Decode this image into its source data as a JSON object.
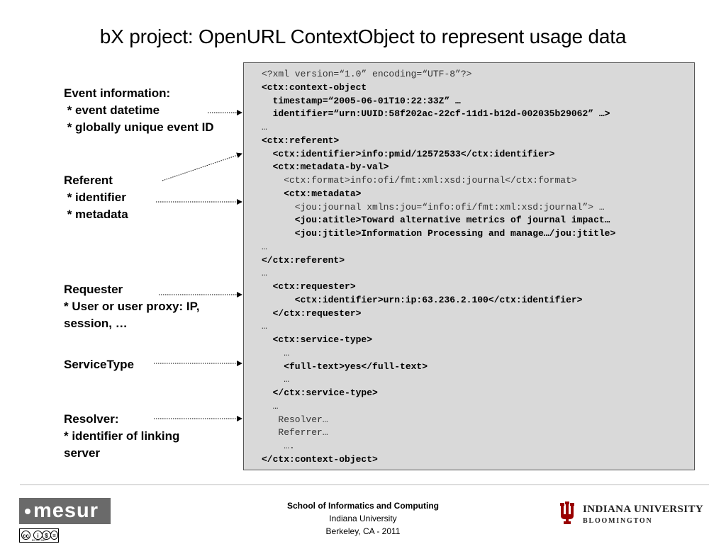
{
  "slide": {
    "title": "bX project: OpenURL ContextObject to represent usage data"
  },
  "code_lines": [
    {
      "text": "<?xml version=“1.0” encoding=“UTF-8”?>",
      "bold": false
    },
    {
      "text": "<ctx:context-object",
      "bold": true
    },
    {
      "text": "  timestamp=“2005-06-01T10:22:33Z” …",
      "bold": true
    },
    {
      "text": "  identifier=“urn:UUID:58f202ac-22cf-11d1-b12d-002035b29062” …>",
      "bold": true
    },
    {
      "text": "…",
      "bold": false
    },
    {
      "text": "<ctx:referent>",
      "bold": true
    },
    {
      "text": "  <ctx:identifier>info:pmid/12572533</ctx:identifier>",
      "bold": true
    },
    {
      "text": "  <ctx:metadata-by-val>",
      "bold": true
    },
    {
      "text": "    <ctx:format>info:ofi/fmt:xml:xsd:journal</ctx:format>",
      "bold": false
    },
    {
      "text": "    <ctx:metadata>",
      "bold": true
    },
    {
      "text": "      <jou:journal xmlns:jou=“info:ofi/fmt:xml:xsd:journal”> …",
      "bold": false
    },
    {
      "text": "      <jou:atitle>Toward alternative metrics of journal impact…",
      "bold": true
    },
    {
      "text": "      <jou:jtitle>Information Processing and manage…/jou:jtitle>",
      "bold": true
    },
    {
      "text": "…",
      "bold": false
    },
    {
      "text": "</ctx:referent>",
      "bold": true
    },
    {
      "text": "…",
      "bold": false
    },
    {
      "text": "  <ctx:requester>",
      "bold": true
    },
    {
      "text": "      <ctx:identifier>urn:ip:63.236.2.100</ctx:identifier>",
      "bold": true
    },
    {
      "text": "  </ctx:requester>",
      "bold": true
    },
    {
      "text": "…",
      "bold": false
    },
    {
      "text": "  <ctx:service-type>",
      "bold": true
    },
    {
      "text": "    …",
      "bold": false
    },
    {
      "text": "    <full-text>yes</full-text>",
      "bold": true
    },
    {
      "text": "    …",
      "bold": false
    },
    {
      "text": "  </ctx:service-type>",
      "bold": true
    },
    {
      "text": "  …",
      "bold": false
    },
    {
      "text": "   Resolver…",
      "bold": false
    },
    {
      "text": "   Referrer…",
      "bold": false
    },
    {
      "text": "    ….",
      "bold": false
    },
    {
      "text": "</ctx:context-object>",
      "bold": true
    }
  ],
  "labels": {
    "event": {
      "heading": "Event information:",
      "lines": [
        " * event datetime",
        " * globally unique event ID"
      ]
    },
    "referent": {
      "heading": "Referent",
      "lines": [
        " * identifier",
        " * metadata"
      ]
    },
    "requester": {
      "heading": "Requester",
      "lines": [
        "* User or user proxy: IP,",
        "session, …"
      ]
    },
    "servicetype": {
      "heading": "ServiceType",
      "lines": []
    },
    "resolver": {
      "heading": "Resolver:",
      "lines": [
        "* identifier of linking",
        "server"
      ]
    }
  },
  "footer": {
    "school": "School of Informatics and Computing",
    "university": "Indiana University",
    "location": "Berkeley, CA - 2011",
    "mesur_logo": "mesur",
    "iu_name": "INDIANA UNIVERSITY",
    "iu_campus": "BLOOMINGTON",
    "cc_license_text": "BY NC ND"
  },
  "colors": {
    "code_background": "#d9d9d9",
    "iu_crimson": "#990000",
    "mesur_gray": "#6a6a6a"
  },
  "icons": [
    "mesur-logo",
    "creative-commons-icon",
    "iu-trident-icon",
    "arrow-icon"
  ]
}
